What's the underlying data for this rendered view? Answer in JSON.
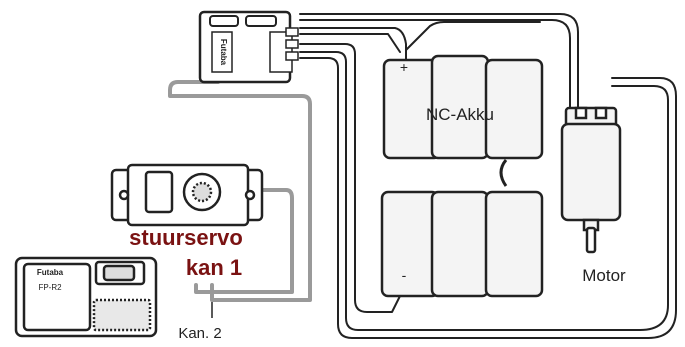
{
  "labels": {
    "battery": "NC-Akku",
    "motor": "Motor",
    "servo_line1": "stuurservo",
    "servo_line2": "kan 1",
    "channel2": "Kan. 2",
    "plus_sign": "+",
    "minus_sign": "-"
  },
  "logos": {
    "controller_brand": "Futaba",
    "receiver_brand": "Futaba",
    "receiver_model": "FP-R2"
  },
  "colors": {
    "servo_label": "#7a1212",
    "outline": "#222222",
    "wire_gray": "#9a9a9a",
    "component_fill": "#f4f4f4"
  }
}
